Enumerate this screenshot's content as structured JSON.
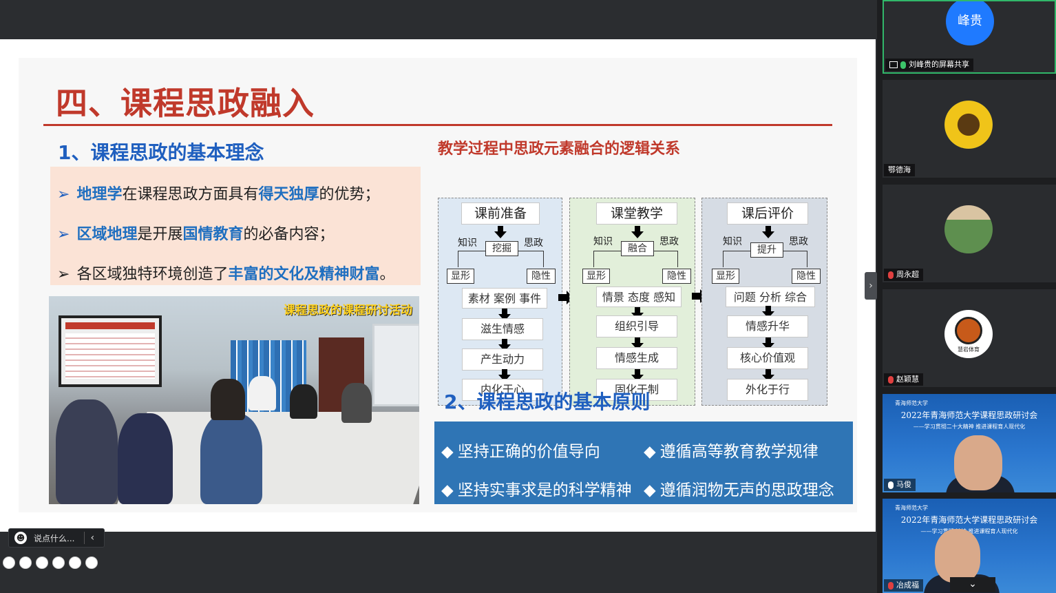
{
  "slide": {
    "title": "四、课程思政融入",
    "section1": "1、课程思政的基本理念",
    "ideas": [
      {
        "p1": "地理学",
        "p2": "在课程思政方面具有",
        "p3": "得天独厚",
        "p4": "的优势；"
      },
      {
        "p1": "区域地理",
        "p2": "是开展",
        "p3": "国情教育",
        "p4": "的必备内容；"
      },
      {
        "p1": "各区域独特环境创造了",
        "p2": "丰富的文化及精神财富",
        "p3": "。"
      }
    ],
    "bullet_symbol": "➢",
    "photo_caption": "课程思政的课程研讨活动",
    "diagram_title": "教学过程中思政元素融合的逻辑关系",
    "diagram": {
      "col1": {
        "head": "课前准备",
        "left": "知识",
        "right": "思政",
        "center": "挖掘",
        "bl": "显形",
        "br": "隐性",
        "row": "素材  案例  事件",
        "s1": "滋生情感",
        "s2": "产生动力",
        "s3": "内化于心"
      },
      "col2": {
        "head": "课堂教学",
        "left": "知识",
        "right": "思政",
        "center": "融合",
        "bl": "显形",
        "br": "隐性",
        "row": "情景  态度  感知",
        "s1": "组织引导",
        "s2": "情感生成",
        "s3": "固化于制"
      },
      "col3": {
        "head": "课后评价",
        "left": "知识",
        "right": "思政",
        "center": "提升",
        "bl": "显形",
        "br": "隐性",
        "row": "问题  分析  综合",
        "s1": "情感升华",
        "s2": "核心价值观",
        "s3": "外化于行"
      }
    },
    "section2": "2、课程思政的基本原则",
    "principles": [
      "坚持正确的价值导向",
      "遵循高等教育教学规律",
      "坚持实事求是的科学精神",
      "遵循润物无声的思政理念"
    ],
    "diamond": "◆"
  },
  "chat": {
    "placeholder": "说点什么...",
    "emoji": "☻",
    "collapse": "‹"
  },
  "panel_toggle": "›",
  "participants": [
    {
      "avatar_text": "峰贵",
      "label": "刘峰贵的屏幕共享"
    },
    {
      "label": "鄂德海"
    },
    {
      "label": "周永超"
    },
    {
      "label": "赵颖慧",
      "avatar_caption": "慧岩体育"
    },
    {
      "label": "马俊"
    },
    {
      "label": "冶成福"
    }
  ],
  "conference": {
    "university": "青海师范大学",
    "title": "2022年青海师范大学课程思政研讨会",
    "subtitle_a": "——学习贯彻二十大精神 推进课程育人现代化",
    "subtitle_b": "——学习贯彻 精神 推进课程育人现代化"
  },
  "scroll_down": "⌄",
  "colors": {
    "accent_red": "#c0392b",
    "accent_blue": "#1f5fbf",
    "principle_bg": "#2f75b5",
    "active_speaker": "#31b86a"
  }
}
